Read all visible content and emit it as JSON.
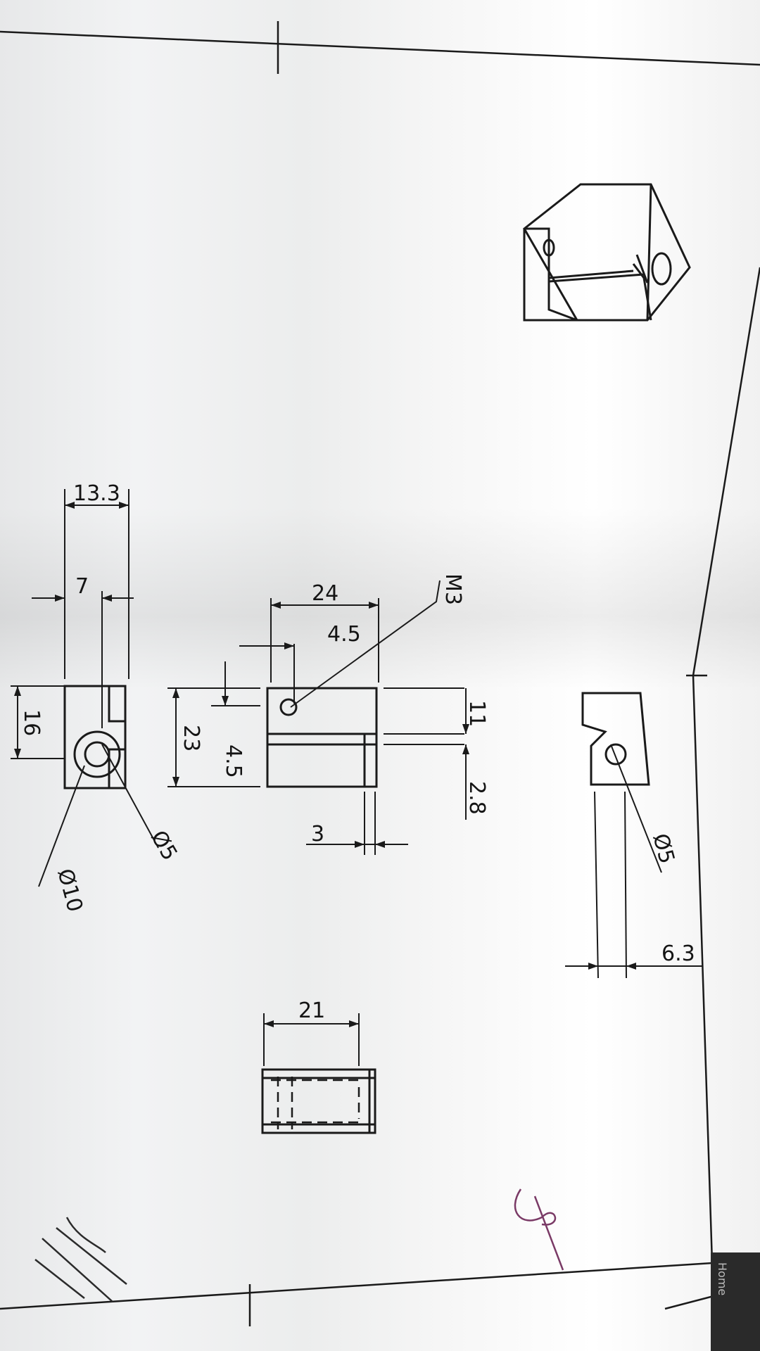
{
  "dimensions": {
    "front_height": "13.3",
    "front_offset": "7",
    "front_width": "16",
    "bore_inner": "Ø5",
    "bore_outer": "Ø10",
    "side_length": "24",
    "side_hole_offset": "4.5",
    "side_height": "23",
    "side_hole_pos": "4.5",
    "thread": "M3",
    "slot_pos": "11",
    "slot_width": "2.8",
    "slot_depth": "3",
    "right_bore": "Ø5",
    "right_offset": "6.3",
    "bottom_length": "21"
  },
  "corner_label": "Home",
  "colors": {
    "ink": "#1a1a1a",
    "paper": "#f2f3f4",
    "pen": "#7a3a66"
  }
}
